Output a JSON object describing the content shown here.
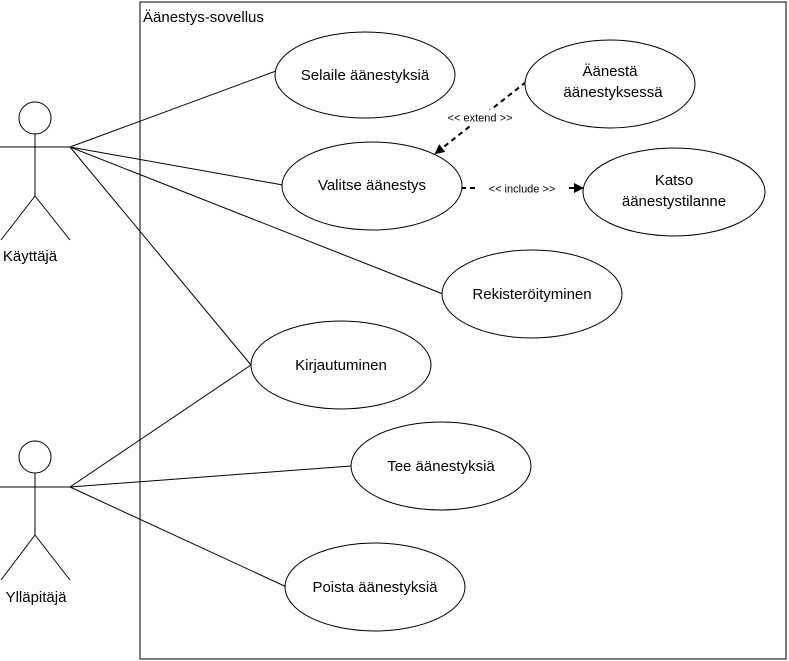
{
  "system": {
    "title": "Äänestys-sovellus"
  },
  "actors": [
    {
      "id": "kayttaja",
      "label": "Käyttäjä"
    },
    {
      "id": "yllapitaja",
      "label": "Ylläpitäjä"
    }
  ],
  "use_cases": [
    {
      "id": "selaile",
      "lines": [
        "Selaile äänestyksiä"
      ]
    },
    {
      "id": "aanesta",
      "lines": [
        "Äänestä",
        "äänestyksessä"
      ]
    },
    {
      "id": "valitse",
      "lines": [
        "Valitse äänestys"
      ]
    },
    {
      "id": "katso",
      "lines": [
        "Katso",
        "äänestystilanne"
      ]
    },
    {
      "id": "rekisteroityminen",
      "lines": [
        "Rekisteröityminen"
      ]
    },
    {
      "id": "kirjautuminen",
      "lines": [
        "Kirjautuminen"
      ]
    },
    {
      "id": "tee",
      "lines": [
        "Tee äänestyksiä"
      ]
    },
    {
      "id": "poista",
      "lines": [
        "Poista äänestyksiä"
      ]
    }
  ],
  "relations": {
    "extend_label": "<< extend >>",
    "include_label": "<< include >>"
  },
  "colors": {
    "stroke": "#000000",
    "background": "#ffffff"
  }
}
